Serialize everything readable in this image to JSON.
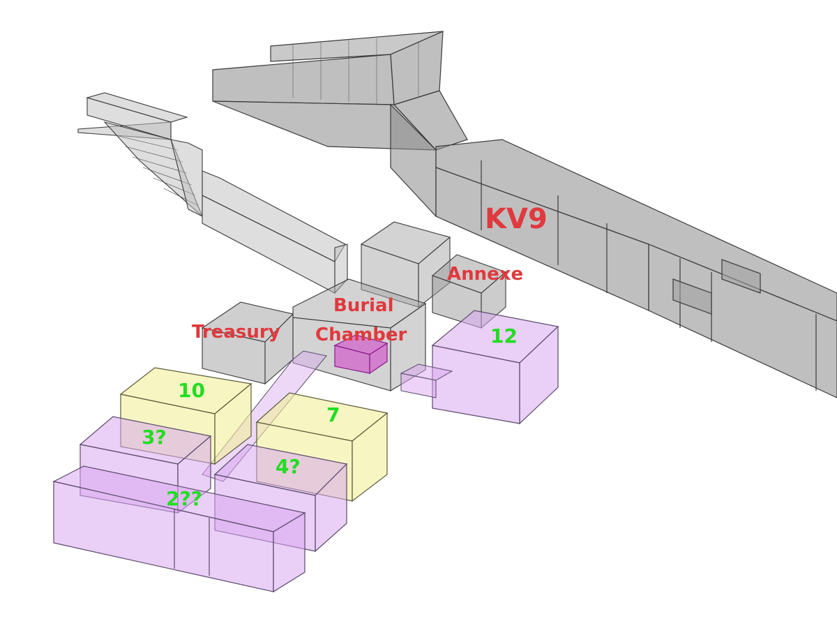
{
  "labels": {
    "kv9": "KV9",
    "annexe": "Annexe",
    "burial_line1": "Burial",
    "burial_line2": "Chamber",
    "treasury": "Treasury"
  },
  "chambers": {
    "c12": "12",
    "c10": "10",
    "c7": "7",
    "c3": "3?",
    "c4": "4?",
    "c2": "2??"
  },
  "colors": {
    "label_red": "#e0393e",
    "label_green": "#22dd22",
    "tomb_gray": "#8a8a8a",
    "chamber_purple": "#d9a8f0",
    "chamber_yellow": "#f2f09a",
    "sarcophagus_magenta": "#d23cc8"
  }
}
